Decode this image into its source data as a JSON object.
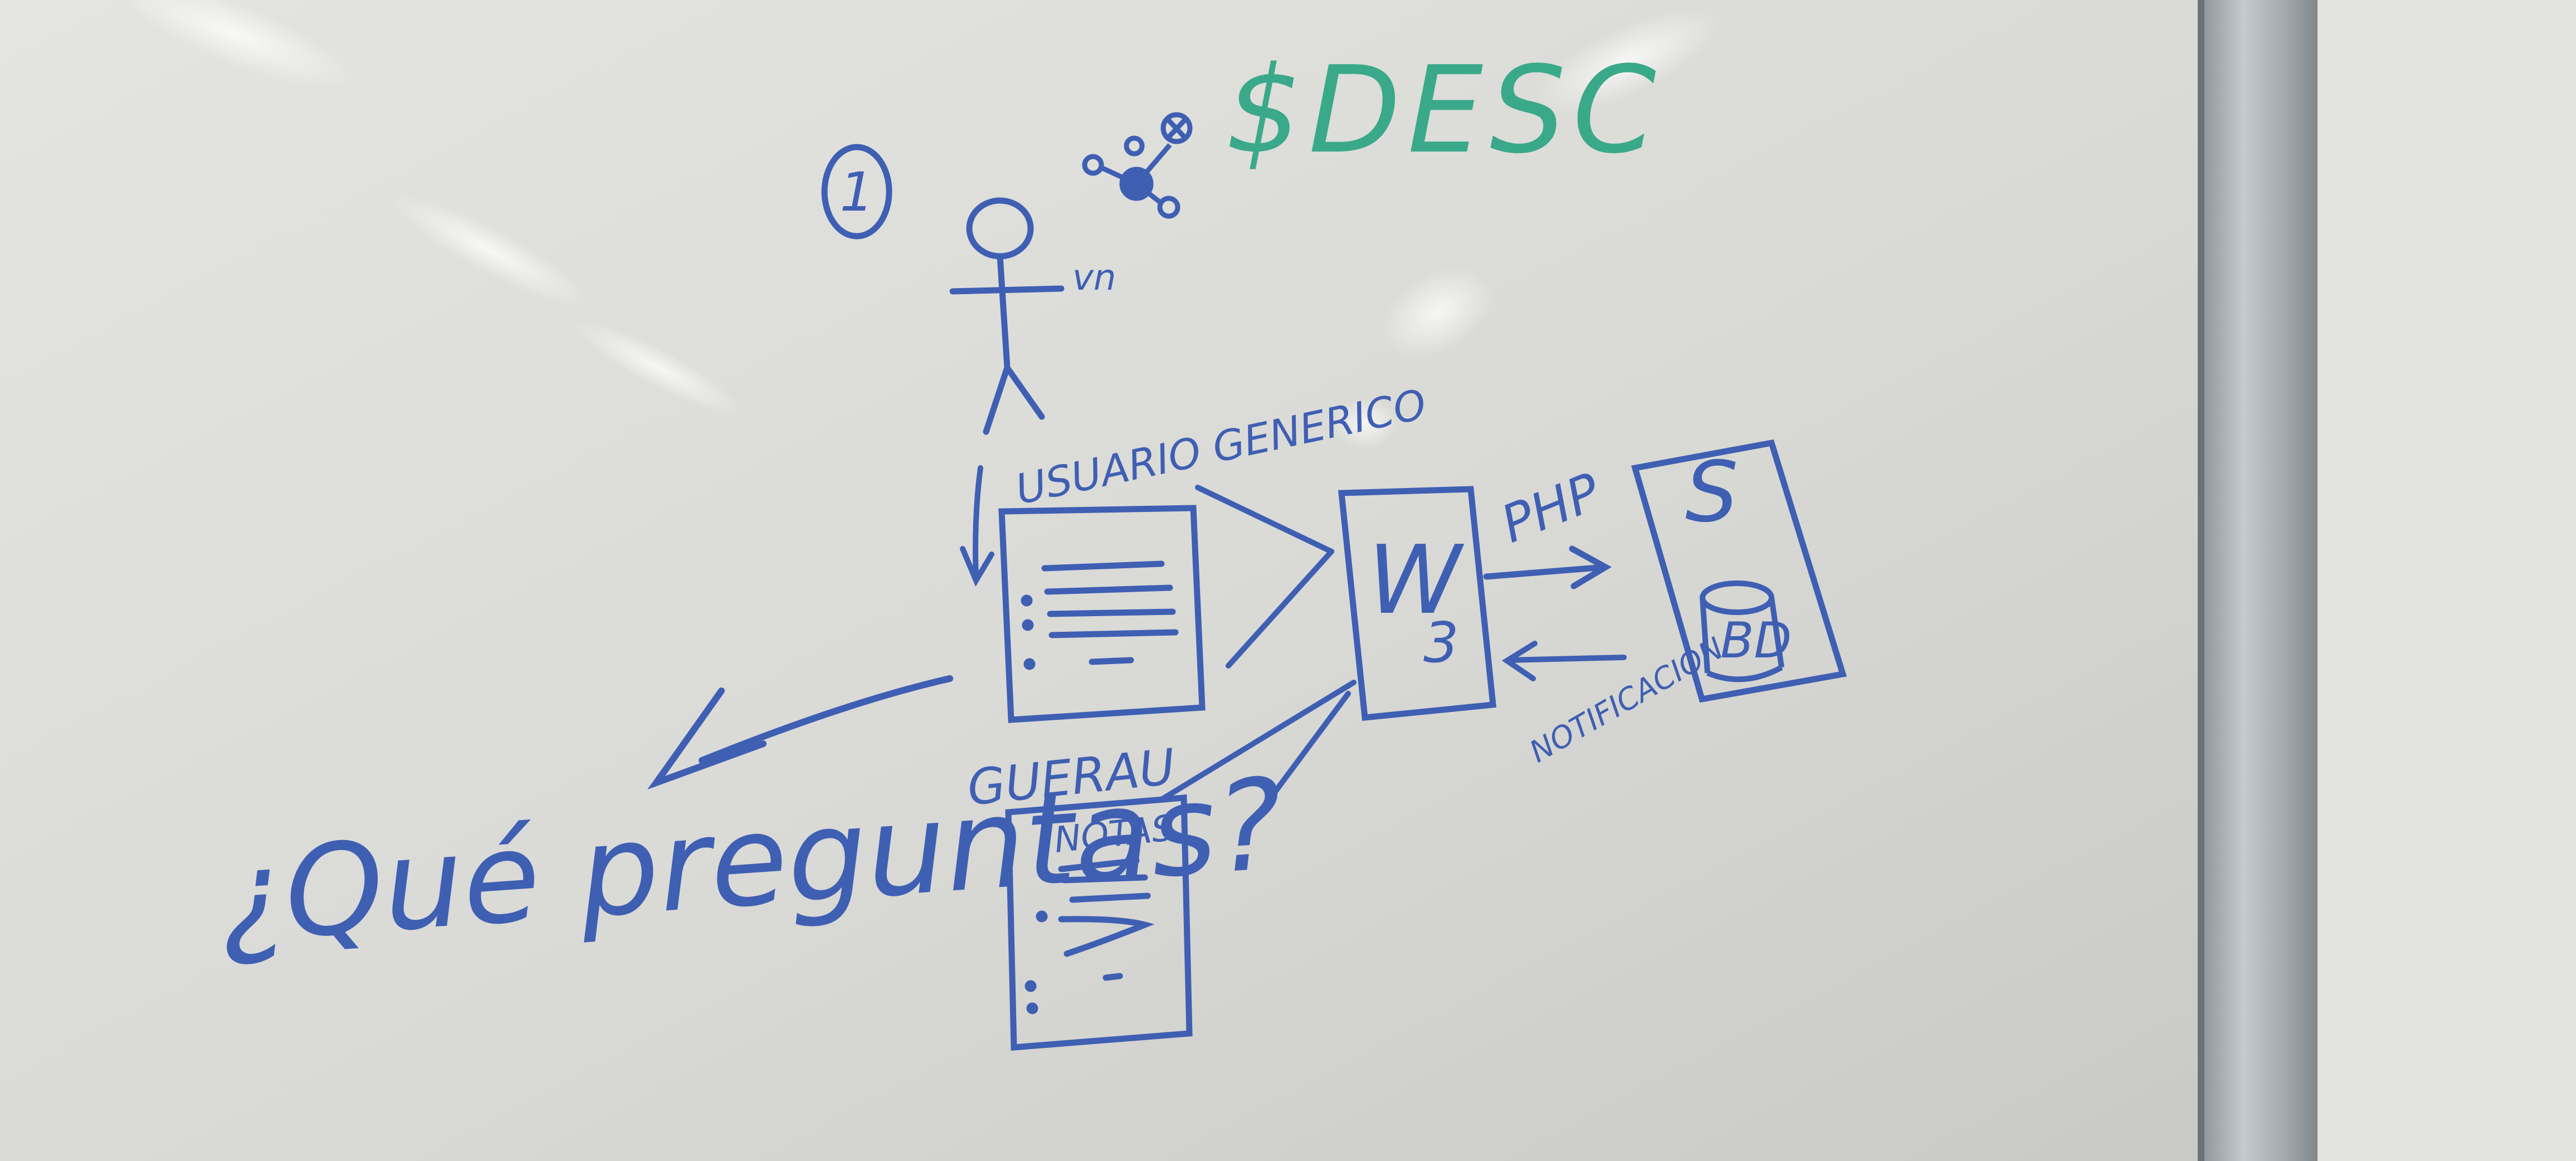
{
  "board": {
    "colors": {
      "board_white": "#e2e2df",
      "marker_blue": "#3f5fb3",
      "marker_green": "#3aa98a",
      "frame_aluminium": "#a8b0b4",
      "wall": "#e6e6e3"
    },
    "texts": {
      "step_number": "1",
      "green_heading": "$DESC",
      "actor_caption": "USUARIO GENERICO",
      "actor_small": "vn",
      "php_label": "PHP",
      "notification_label": "NOTIFICACIÓN",
      "server_label": "S",
      "database_label": "BD",
      "web_label": "W",
      "web_subscript": "3",
      "generate_label": "GUERAU",
      "notes_label": "NOTAS",
      "question": "¿Qué preguntas?"
    }
  }
}
